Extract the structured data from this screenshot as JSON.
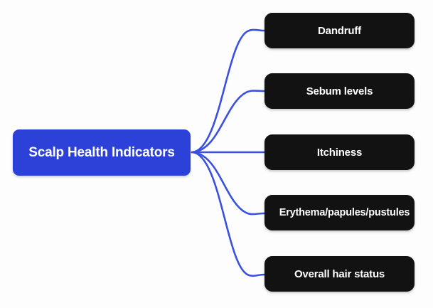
{
  "diagram": {
    "type": "mind-map",
    "background_color": "#fdfdfd",
    "connector_color": "#3a50e0",
    "root": {
      "label": "Scalp Health Indicators",
      "fill_color": "#2b41d8",
      "text_color": "#ffffff"
    },
    "branches": [
      {
        "label": "Dandruff",
        "fill_color": "#121212",
        "text_color": "#ffffff"
      },
      {
        "label": "Sebum levels",
        "fill_color": "#121212",
        "text_color": "#ffffff"
      },
      {
        "label": "Itchiness",
        "fill_color": "#121212",
        "text_color": "#ffffff"
      },
      {
        "label": "Erythema/papules/pustules",
        "fill_color": "#121212",
        "text_color": "#ffffff"
      },
      {
        "label": "Overall hair status",
        "fill_color": "#121212",
        "text_color": "#ffffff"
      }
    ]
  }
}
